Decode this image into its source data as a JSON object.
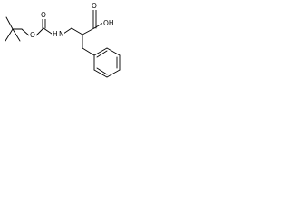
{
  "molecule": {
    "atoms": {
      "ester_o": "O",
      "carbonyl_o1": "O",
      "nh": "N",
      "nh_h": "H",
      "acid_o": "O",
      "oh": "OH"
    }
  }
}
